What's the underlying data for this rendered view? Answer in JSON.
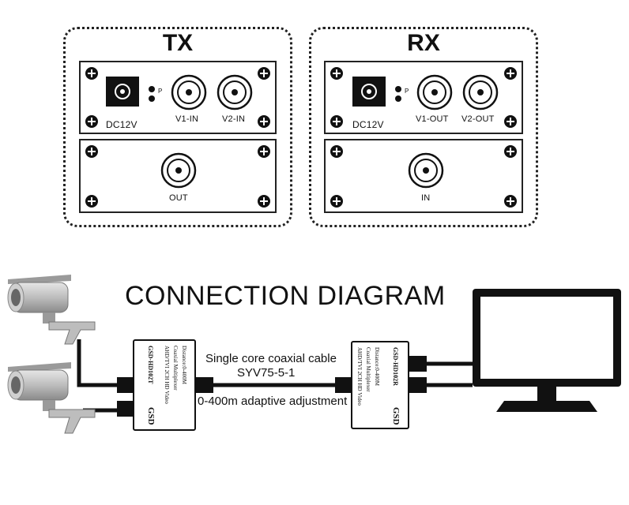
{
  "tx_panel": {
    "title": "TX",
    "power_label": "DC12V",
    "led_label": "P",
    "input1_label": "V1-IN",
    "input2_label": "V2-IN",
    "output_label": "OUT"
  },
  "rx_panel": {
    "title": "RX",
    "power_label": "DC12V",
    "led_label": "P",
    "output1_label": "V1-OUT",
    "output2_label": "V2-OUT",
    "input_label": "IN"
  },
  "diagram": {
    "heading": "CONNECTION DIAGRAM",
    "cable_caption_line1": "Single core coaxial cable",
    "cable_caption_line2": "SYV75-5-1",
    "distance_caption": "0-400m adaptive adjustment"
  },
  "tx_device": {
    "brand": "GSD",
    "model": "GSD-HD102T",
    "desc1": "AHD/TVI 2CH HD Video",
    "desc2": "Coaxial Multiplexer",
    "desc3": "Distance:0-400M"
  },
  "rx_device": {
    "brand": "GSD",
    "model": "GSD-HD102R",
    "desc1": "AHD/TVI 2CH HD Video",
    "desc2": "Coaxial Multiplexer",
    "desc3": "Distance:0-400M"
  }
}
